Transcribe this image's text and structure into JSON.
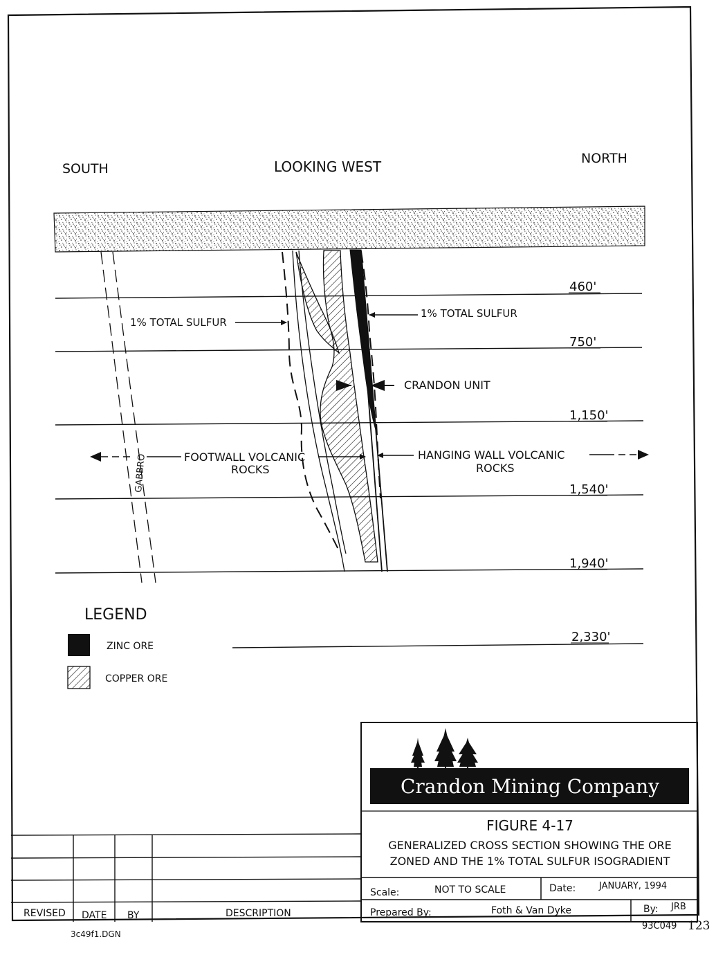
{
  "orientation": {
    "south": "SOUTH",
    "view": "LOOKING WEST",
    "north": "NORTH"
  },
  "depths": [
    "460'",
    "750'",
    "1,150'",
    "1,540'",
    "1,940'",
    "2,330'"
  ],
  "annotations": {
    "sulfur_left": "1% TOTAL SULFUR",
    "sulfur_right": "1% TOTAL SULFUR",
    "crandon_unit": "CRANDON UNIT",
    "gabbro": "GABBRO",
    "footwall_line1": "FOOTWALL VOLCANIC",
    "footwall_line2": "ROCKS",
    "hanging_line1": "HANGING WALL VOLCANIC",
    "hanging_line2": "ROCKS"
  },
  "legend": {
    "title": "LEGEND",
    "items": [
      {
        "label": "ZINC ORE",
        "pattern": "solid",
        "color": "#111111"
      },
      {
        "label": "COPPER ORE",
        "pattern": "hatched",
        "color": "#111111"
      }
    ]
  },
  "title_block": {
    "company": "Crandon Mining Company",
    "figure": "FIGURE 4-17",
    "caption_line1": "GENERALIZED CROSS SECTION SHOWING THE ORE",
    "caption_line2": "ZONED AND THE 1% TOTAL SULFUR ISOGRADIENT",
    "scale_label": "Scale:",
    "scale_value": "NOT TO SCALE",
    "date_label": "Date:",
    "date_value": "JANUARY, 1994",
    "prepared_label": "Prepared By:",
    "prepared_value": "Foth & Van Dyke",
    "by_label": "By:",
    "by_value": "JRB"
  },
  "revision_block": {
    "headers": [
      "REVISED",
      "DATE",
      "BY",
      "DESCRIPTION"
    ]
  },
  "file_name": "3c49f1.DGN",
  "drawing_number": "93C049",
  "page_number": "123"
}
